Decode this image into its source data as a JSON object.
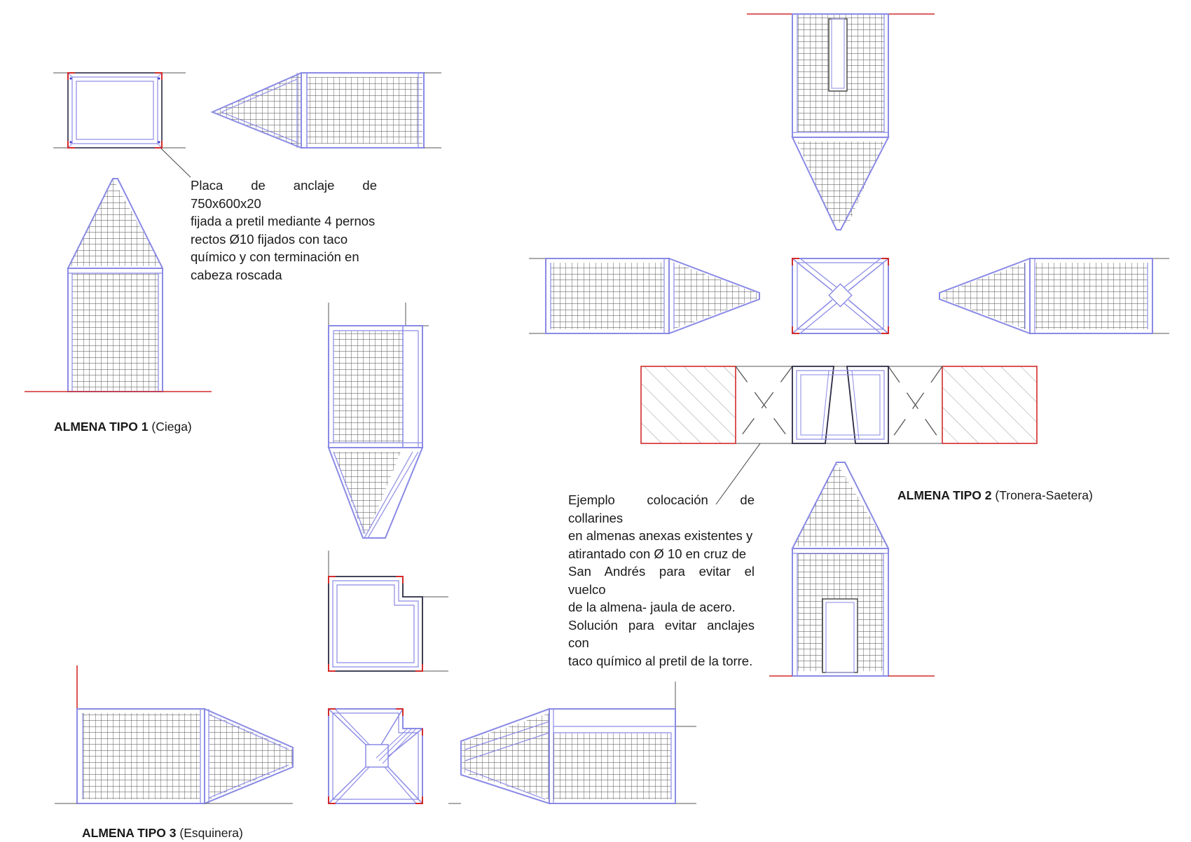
{
  "annotations": {
    "anchor_plate": {
      "lines": [
        "Placa de anclaje de 750x600x20",
        "fijada a pretil mediante 4 pernos",
        "rectos Ø10 fijados con taco",
        "químico y con terminación en",
        "cabeza roscada"
      ]
    },
    "collar_example": {
      "lines": [
        "Ejemplo colocación de collarines",
        "en almenas anexas existentes y",
        "atirantado con Ø 10 en cruz de",
        "San Andrés para evitar el vuelco",
        "de la almena- jaula de acero.",
        "Solución para evitar anclajes con",
        "taco químico al pretil de la torre."
      ]
    }
  },
  "titles": {
    "tipo1": {
      "bold": "ALMENA TIPO 1",
      "rest": "(Ciega)"
    },
    "tipo2": {
      "bold": "ALMENA TIPO 2",
      "rest": "(Tronera-Saetera)"
    },
    "tipo3": {
      "bold": "ALMENA TIPO 3",
      "rest": "(Esquinera)"
    }
  },
  "colors": {
    "frame": "#8a8ae6",
    "grid": "#4a4a4a",
    "red": "#d42a2a",
    "line": "#555555",
    "dark": "#2a2a44"
  }
}
